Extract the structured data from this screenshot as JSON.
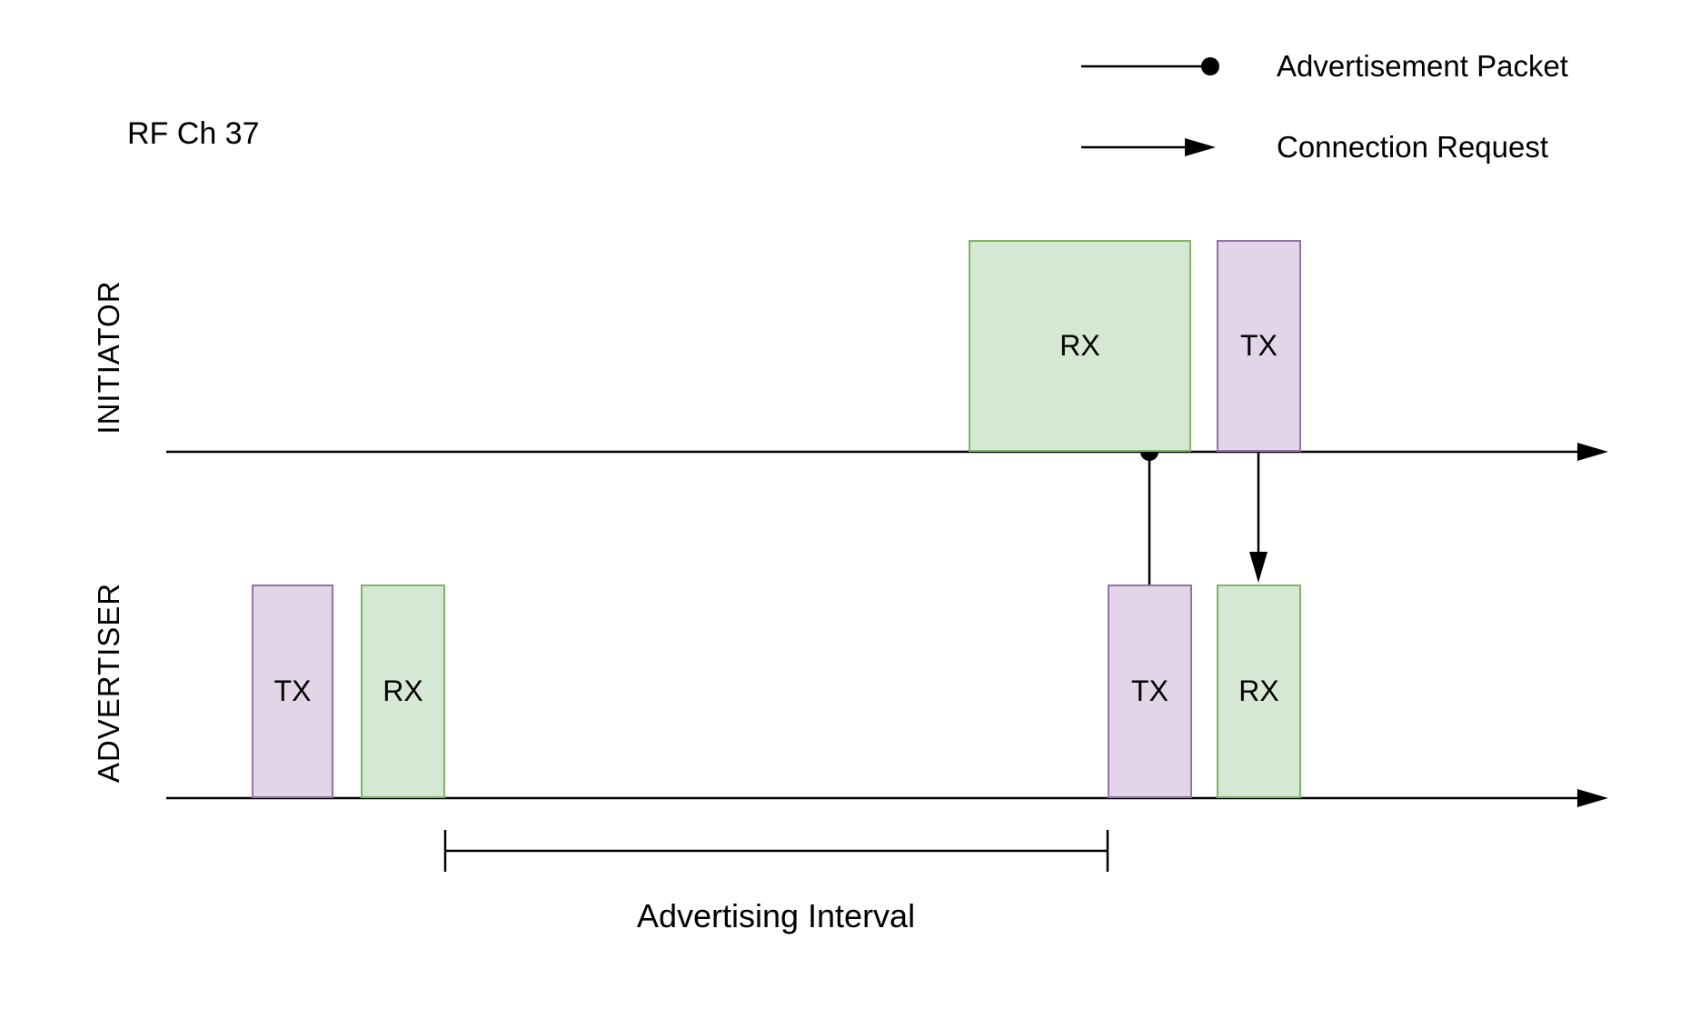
{
  "title": "RF Ch 37",
  "legend": [
    {
      "symbol": "line-with-dot",
      "label": "Advertisement Packet"
    },
    {
      "symbol": "arrow",
      "label": "Connection Request"
    }
  ],
  "lanes": [
    {
      "name": "INITIATOR",
      "boxes": [
        {
          "label": "RX",
          "color": "green"
        },
        {
          "label": "TX",
          "color": "purple"
        }
      ]
    },
    {
      "name": "ADVERTISER",
      "boxes": [
        {
          "label": "TX",
          "color": "purple"
        },
        {
          "label": "RX",
          "color": "green"
        },
        {
          "label": "TX",
          "color": "purple"
        },
        {
          "label": "RX",
          "color": "green"
        }
      ]
    }
  ],
  "interval": {
    "label": "Advertising Interval"
  },
  "colors": {
    "green_fill": "#d5e8d4",
    "green_border": "#82b366",
    "purple_fill": "#e1d5e7",
    "purple_border": "#9673a6",
    "line": "#000000",
    "background": "#ffffff"
  }
}
